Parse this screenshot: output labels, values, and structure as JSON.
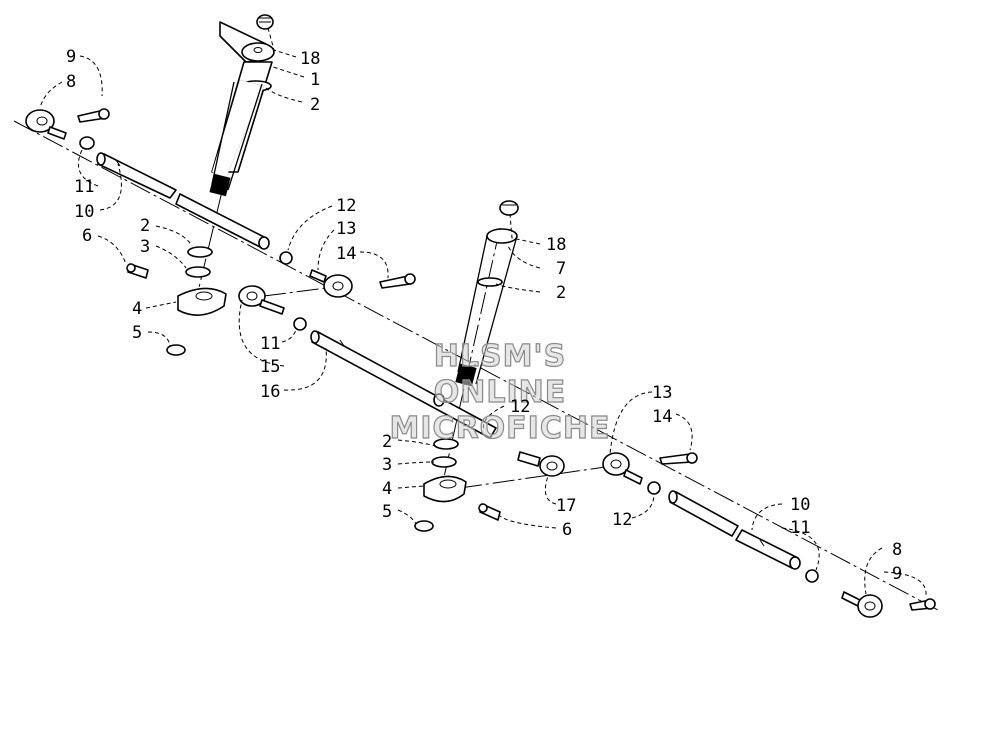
{
  "watermark": {
    "line1": "HLSM'S",
    "line2": "ONLINE",
    "line3": "MICROFICHE"
  },
  "callouts": [
    {
      "id": "c1",
      "label": "9"
    },
    {
      "id": "c2",
      "label": "8"
    },
    {
      "id": "c3",
      "label": "18"
    },
    {
      "id": "c4",
      "label": "1"
    },
    {
      "id": "c5",
      "label": "2"
    },
    {
      "id": "c6",
      "label": "11"
    },
    {
      "id": "c7",
      "label": "10"
    },
    {
      "id": "c8",
      "label": "12"
    },
    {
      "id": "c9",
      "label": "13"
    },
    {
      "id": "c10",
      "label": "14"
    },
    {
      "id": "c11",
      "label": "2"
    },
    {
      "id": "c12",
      "label": "6"
    },
    {
      "id": "c13",
      "label": "3"
    },
    {
      "id": "c14",
      "label": "4"
    },
    {
      "id": "c15",
      "label": "5"
    },
    {
      "id": "c16",
      "label": "11"
    },
    {
      "id": "c17",
      "label": "15"
    },
    {
      "id": "c18",
      "label": "16"
    },
    {
      "id": "c19",
      "label": "18"
    },
    {
      "id": "c20",
      "label": "7"
    },
    {
      "id": "c21",
      "label": "2"
    },
    {
      "id": "c22",
      "label": "12"
    },
    {
      "id": "c23",
      "label": "2"
    },
    {
      "id": "c24",
      "label": "3"
    },
    {
      "id": "c25",
      "label": "4"
    },
    {
      "id": "c26",
      "label": "5"
    },
    {
      "id": "c27",
      "label": "17"
    },
    {
      "id": "c28",
      "label": "6"
    },
    {
      "id": "c29",
      "label": "13"
    },
    {
      "id": "c30",
      "label": "14"
    },
    {
      "id": "c31",
      "label": "12"
    },
    {
      "id": "c32",
      "label": "10"
    },
    {
      "id": "c33",
      "label": "11"
    },
    {
      "id": "c34",
      "label": "8"
    },
    {
      "id": "c35",
      "label": "9"
    }
  ]
}
